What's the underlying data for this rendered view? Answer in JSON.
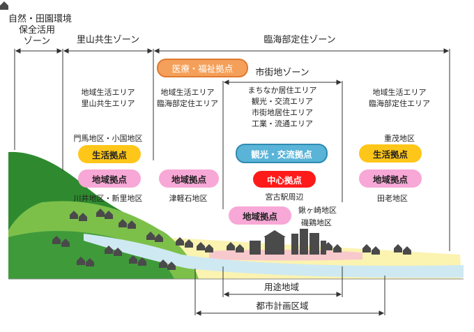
{
  "zones": {
    "natural": {
      "label_line1": "自然・田園環境",
      "label_line2": "保全活用",
      "label_line3": "ゾーン"
    },
    "satoyama": "里山共生ゾーン",
    "coastal": "臨海部定住ゾーン",
    "urban": "市街地ゾーン"
  },
  "columns": {
    "satoyama": {
      "areas": [
        "地域生活エリア",
        "里山共生エリア"
      ],
      "districts_top": "門馬地区・小国地区",
      "hub_living": "生活拠点",
      "hub_regional": "地域拠点",
      "districts_bottom": "川井地区・新里地区"
    },
    "coastal_west": {
      "areas": [
        "地域生活エリア",
        "臨海部定住エリア"
      ],
      "hub_medical": "医療・福祉拠点",
      "hub_regional": "地域拠点",
      "district": "津軽石地区"
    },
    "urban": {
      "areas": [
        "まちなか居住エリア",
        "観光・交流エリア",
        "市街地居住エリア",
        "工業・流通エリア"
      ],
      "hub_tourism": "観光・交流拠点",
      "hub_center": "中心拠点",
      "center_district": "宮古駅周辺",
      "hub_regional": "地域拠点",
      "side_districts": [
        "鍬ヶ崎地区",
        "磯鶏地区"
      ]
    },
    "coastal_east": {
      "areas": [
        "地域生活エリア",
        "臨海部定住エリア"
      ],
      "district_top": "重茂地区",
      "hub_living": "生活拠点",
      "hub_regional": "地域拠点",
      "district_bottom": "田老地区"
    }
  },
  "bottom_ranges": {
    "use_district": "用途地域",
    "city_planning": "都市計画区域"
  },
  "colors": {
    "pink": "#f7a8d6",
    "yellow": "#ffc61a",
    "red": "#ff1a1a",
    "blue": "#5ab4d8",
    "orange": "#f5a05a",
    "green_dark": "#3f9a3a",
    "green_light": "#7cc04a",
    "sand": "#fbf3b0",
    "river": "#cfe9f2"
  }
}
